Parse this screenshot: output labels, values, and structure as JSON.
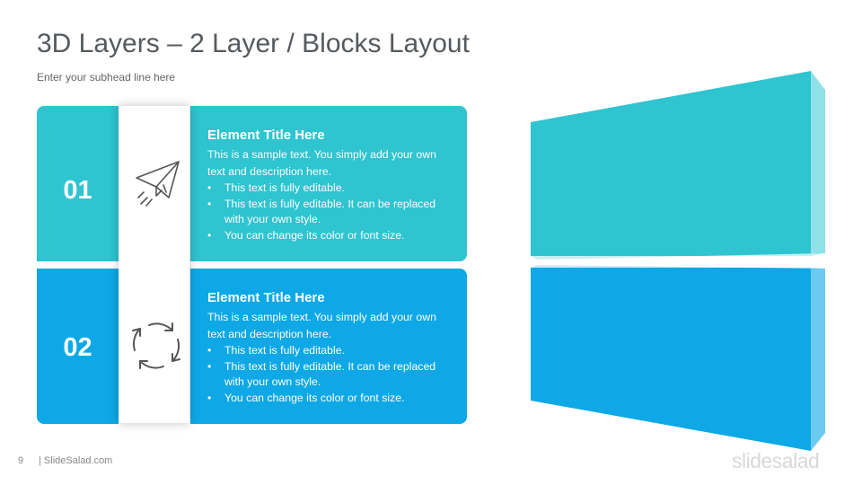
{
  "slide": {
    "title": "3D Layers – 2 Layer / Blocks Layout",
    "subhead": "Enter your subhead line here"
  },
  "items": [
    {
      "number": "01",
      "icon": "paper-plane-icon",
      "title": "Element Title Here",
      "description": "This is a sample text. You simply add your own text and description here.",
      "bullets": [
        "This text is fully editable.",
        "This text is fully editable. It can be replaced with your own style.",
        "You can change its color or font size."
      ]
    },
    {
      "number": "02",
      "icon": "cycle-arrows-icon",
      "title": "Element Title Here",
      "description": "This is a sample text. You simply add your own text and description here.",
      "bullets": [
        "This text is fully editable.",
        "This text is fully editable. It can be replaced with your own style.",
        "You can change its color or font size."
      ]
    }
  ],
  "footer": {
    "page": "9",
    "site": "| SlideSalad.com",
    "logo": "slidesalad"
  },
  "colors": {
    "layer1": "#2ec4d0",
    "layer2": "#0ea8e6",
    "title": "#555a5e"
  }
}
